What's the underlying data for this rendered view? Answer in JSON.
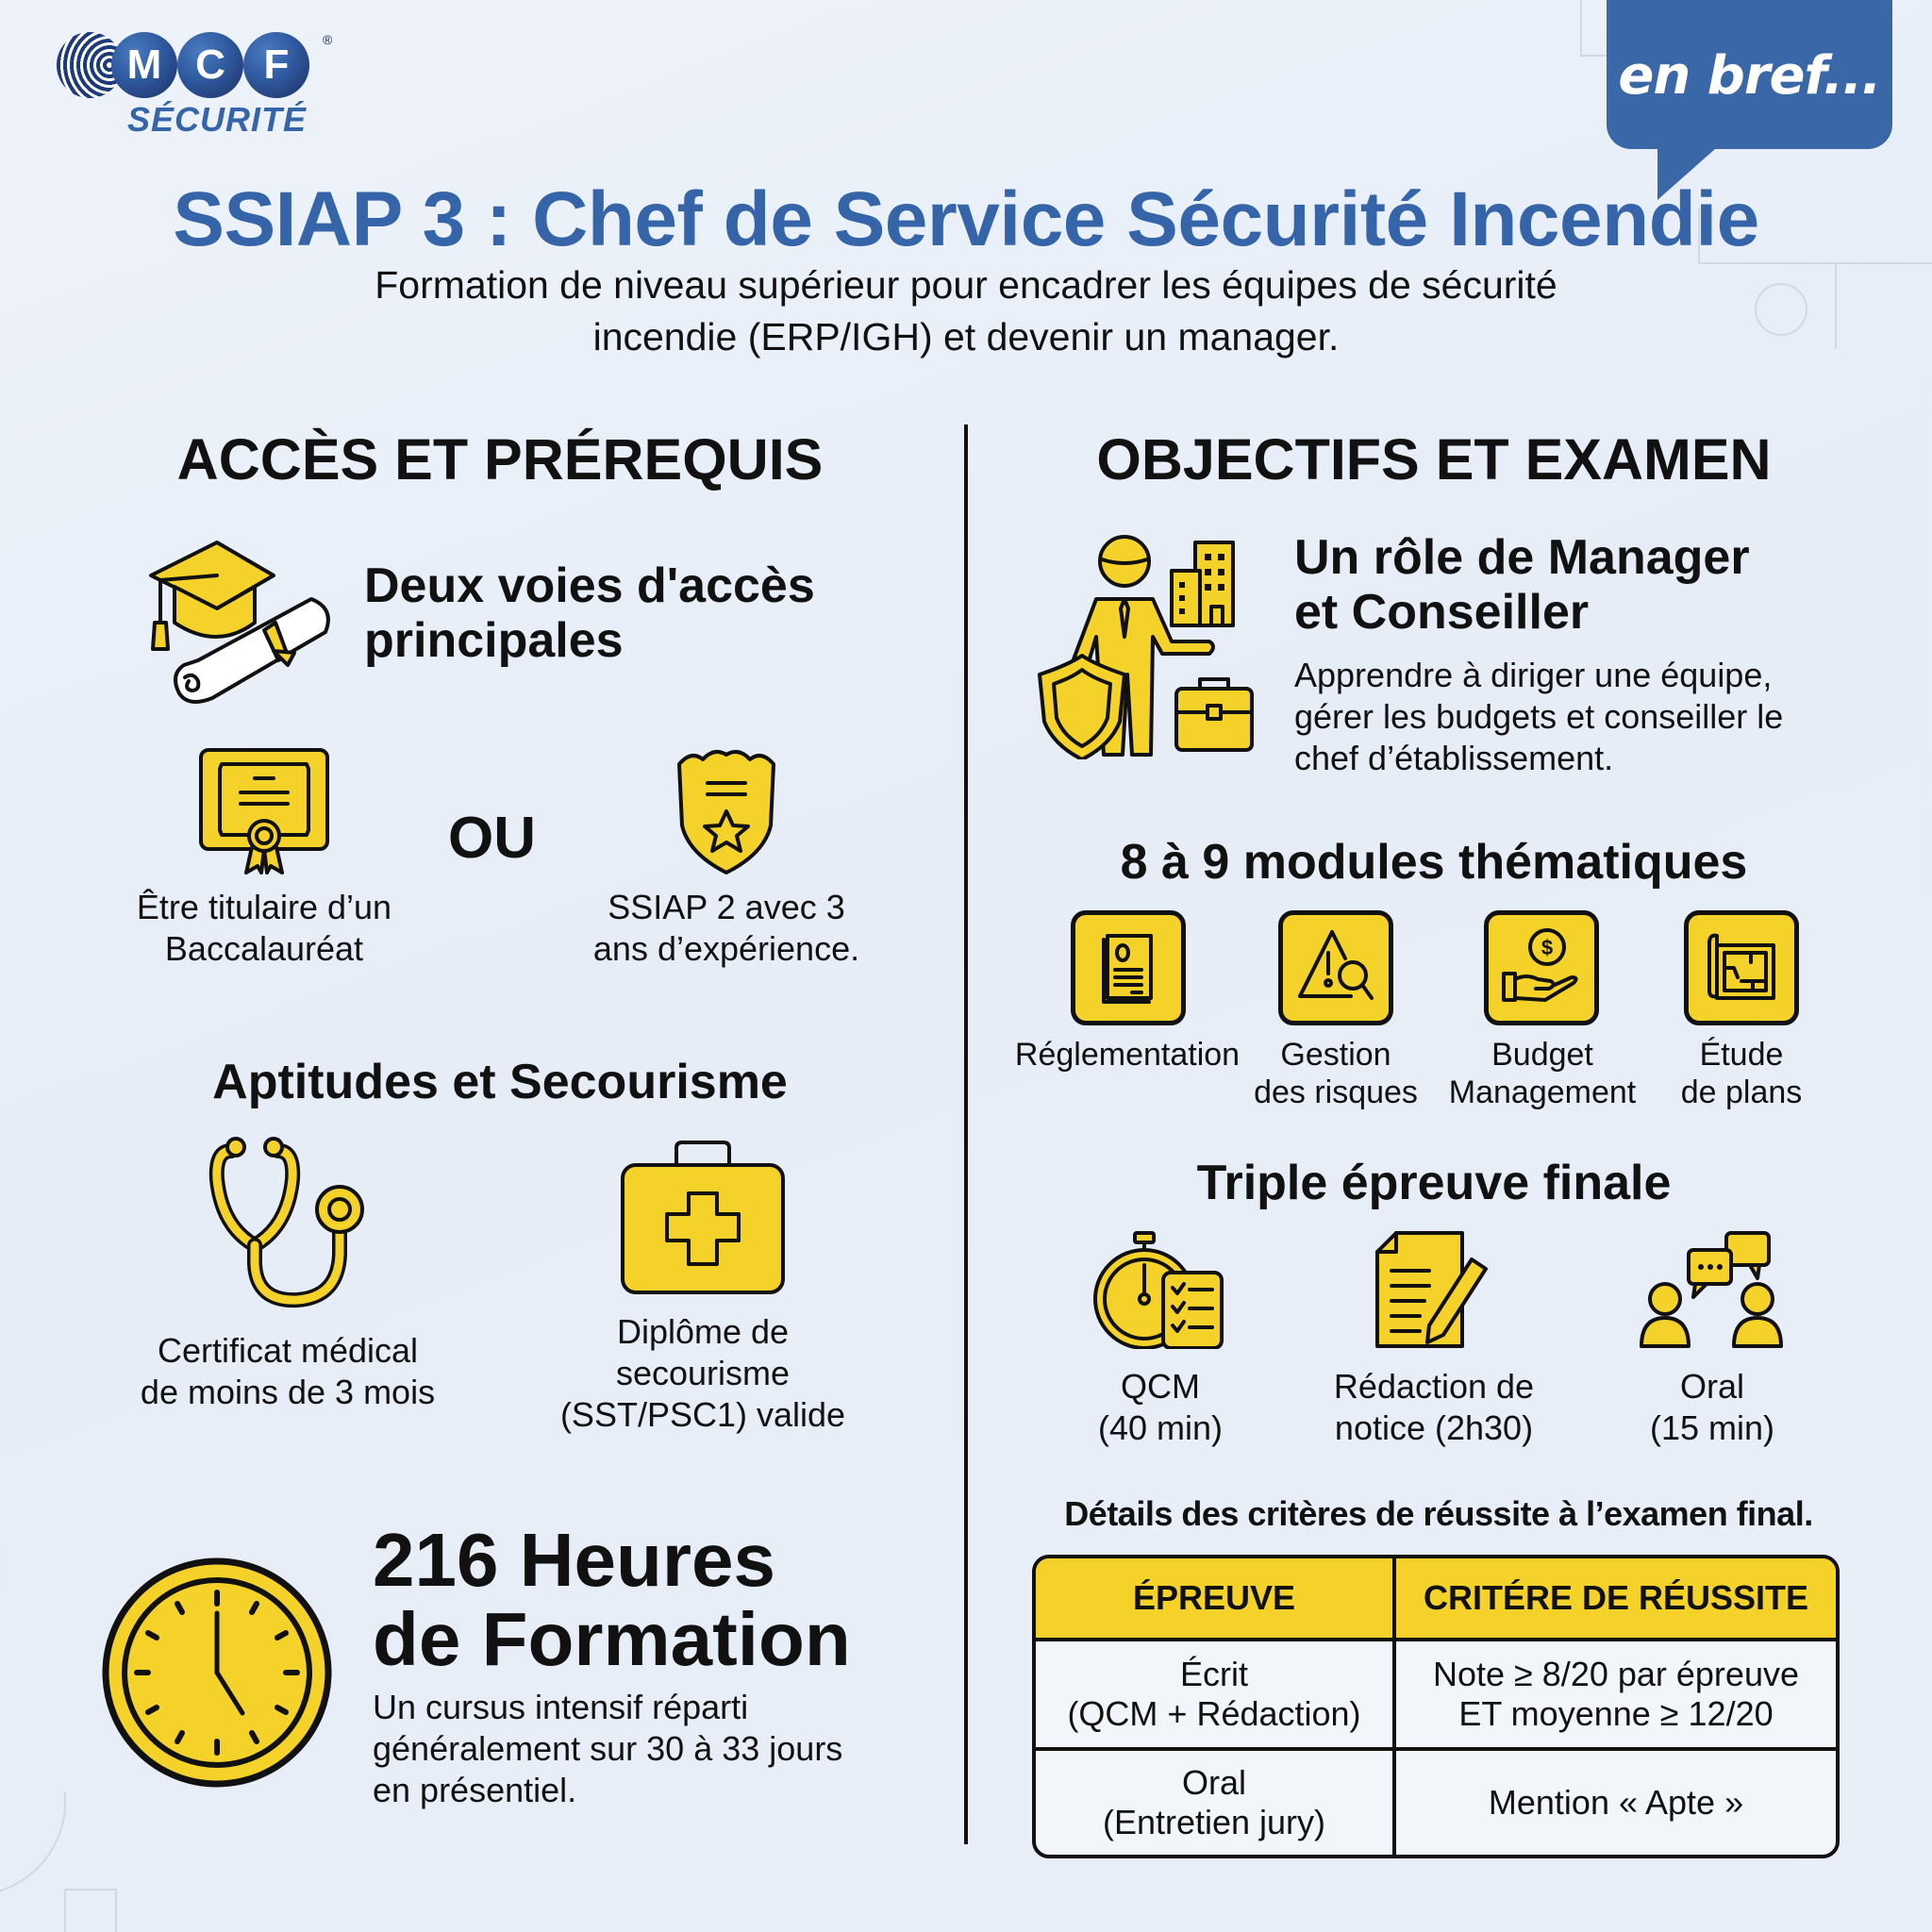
{
  "brand": {
    "logo_letters": [
      "M",
      "C",
      "F"
    ],
    "logo_registered": "®",
    "logo_subtitle": "SÉCURITÉ",
    "bubble_text": "en bref...",
    "primary_blue": "#3565a8",
    "accent_yellow": "#f4d22a"
  },
  "header": {
    "title": "SSIAP 3 : Chef de Service Sécurité Incendie",
    "subtitle_line1": "Formation de niveau supérieur pour encadrer les équipes de sécurité",
    "subtitle_line2": "incendie (ERP/IGH) et devenir un manager."
  },
  "left": {
    "heading": "ACCÈS ET PRÉREQUIS",
    "access": {
      "title_line1": "Deux voies d'accès",
      "title_line2": "principales",
      "or_label": "OU",
      "option1_line1": "Être titulaire d’un",
      "option1_line2": "Baccalauréat",
      "option2_line1": "SSIAP 2 avec 3",
      "option2_line2": "ans d’expérience."
    },
    "aptitudes": {
      "title": "Aptitudes et Secourisme",
      "item1_line1": "Certificat médical",
      "item1_line2": "de moins de 3 mois",
      "item2_line1": "Diplôme de",
      "item2_line2": "secourisme",
      "item2_line3": "(SST/PSC1) valide"
    },
    "hours": {
      "title_line1": "216 Heures",
      "title_line2": "de Formation",
      "desc_line1": "Un cursus intensif réparti",
      "desc_line2": "généralement sur 30 à 33 jours",
      "desc_line3": "en présentiel."
    }
  },
  "right": {
    "heading": "OBJECTIFS ET EXAMEN",
    "role": {
      "title_line1": "Un rôle de Manager",
      "title_line2": "et Conseiller",
      "desc_line1": "Apprendre à diriger une équipe,",
      "desc_line2": "gérer les budgets et conseiller le",
      "desc_line3": "chef d’établissement."
    },
    "modules": {
      "title": "8 à 9 modules thématiques",
      "items": [
        {
          "line1": "Réglementation",
          "line2": ""
        },
        {
          "line1": "Gestion",
          "line2": "des risques"
        },
        {
          "line1": "Budget",
          "line2": "Management"
        },
        {
          "line1": "Étude",
          "line2": "de plans"
        }
      ]
    },
    "exams": {
      "title": "Triple épreuve finale",
      "items": [
        {
          "line1": "QCM",
          "line2": "(40 min)"
        },
        {
          "line1": "Rédaction de",
          "line2": "notice (2h30)"
        },
        {
          "line1": "Oral",
          "line2": "(15 min)"
        }
      ]
    },
    "criteria": {
      "caption": "Détails des critères de réussite à l’examen final.",
      "headers": [
        "ÉPREUVE",
        "CRITÉRE DE RÉUSSITE"
      ],
      "rows": [
        {
          "c1_line1": "Écrit",
          "c1_line2": "(QCM + Rédaction)",
          "c2_line1": "Note ≥ 8/20 par épreuve",
          "c2_line2": "ET moyenne ≥ 12/20"
        },
        {
          "c1_line1": "Oral",
          "c1_line2": "(Entretien jury)",
          "c2_line1": "Mention « Apte »",
          "c2_line2": ""
        }
      ]
    }
  }
}
